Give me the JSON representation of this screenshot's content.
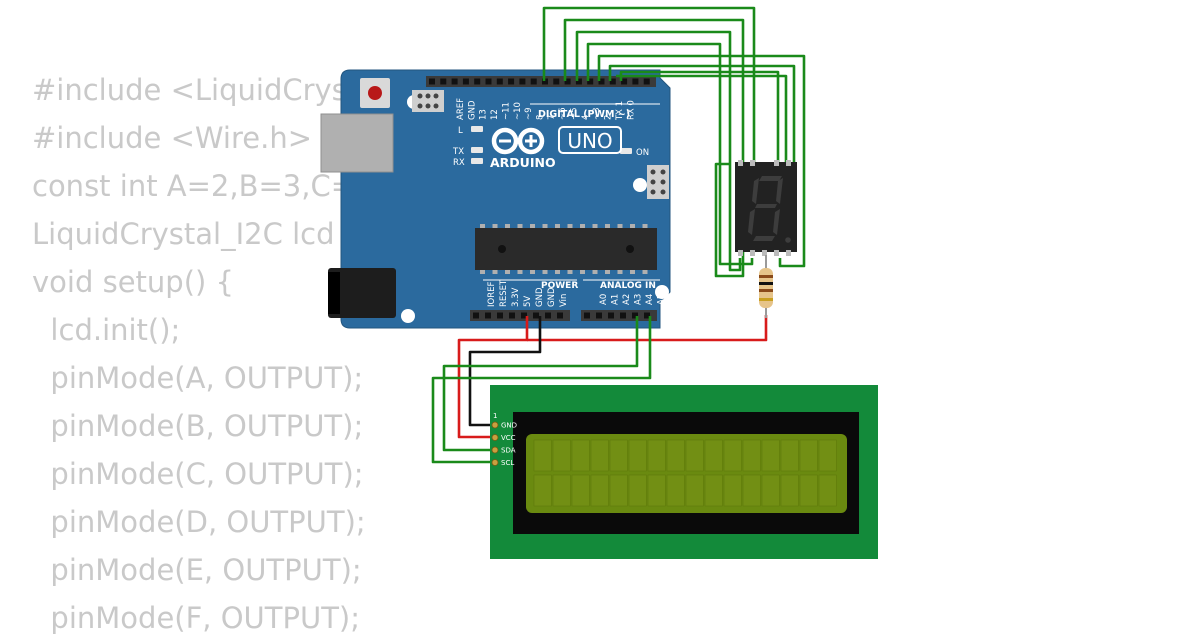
{
  "code_lines": [
    "#include <LiquidCrys",
    "#include <Wire.h>",
    "const int A=2,B=3,C=",
    "LiquidCrystal_I2C lcd",
    "void setup() {",
    "  lcd.init();",
    "  pinMode(A, OUTPUT);",
    "  pinMode(B, OUTPUT);",
    "  pinMode(C, OUTPUT);",
    "  pinMode(D, OUTPUT);",
    "  pinMode(E, OUTPUT);",
    "  pinMode(F, OUTPUT);"
  ],
  "arduino": {
    "brand": "ARDUINO",
    "model": "UNO",
    "digital_header": "DIGITAL (PWM ~)",
    "power_header": "POWER",
    "analog_header": "ANALOG IN",
    "led_l": "L",
    "led_tx": "TX",
    "led_rx": "RX",
    "led_on": "ON",
    "digital_pins": [
      "AREF",
      "GND",
      "13",
      "12",
      "~11",
      "~10",
      "~9",
      "8",
      "7",
      "~6",
      "~5",
      "4",
      "~3",
      "2",
      "TX 1",
      "RX 0"
    ],
    "power_pins": [
      "IOREF",
      "RESET",
      "3.3V",
      "5V",
      "GND",
      "GND",
      "Vin"
    ],
    "analog_pins": [
      "A0",
      "A1",
      "A2",
      "A3",
      "A4",
      "A5"
    ]
  },
  "lcd": {
    "pin_index": "1",
    "pins": [
      "GND",
      "VCC",
      "SDA",
      "SCL"
    ]
  },
  "colors": {
    "board": "#2b6a9e",
    "wire_green": "#1a8a1a",
    "wire_red": "#d81b1b",
    "wire_black": "#111111",
    "lcd_pcb": "#138a3a",
    "lcd_screen": "#6a8a10",
    "segment_display": "#222222",
    "code_text": "#c9c9c9"
  }
}
